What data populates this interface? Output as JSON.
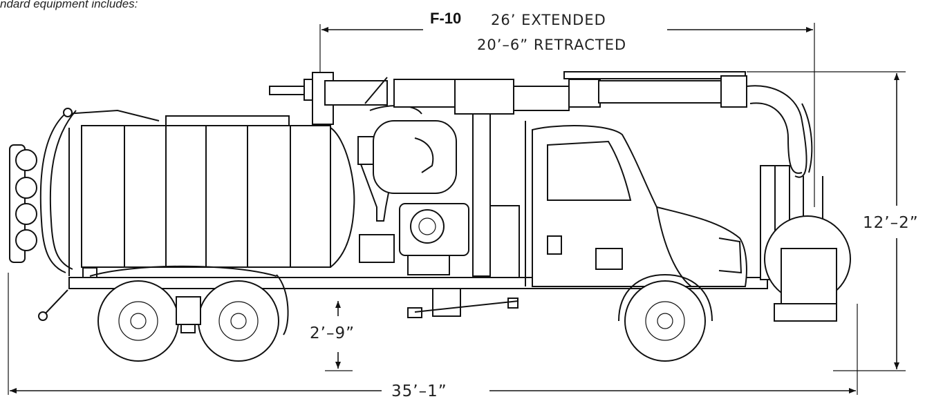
{
  "caption": "ndard equipment includes:",
  "model_label": "F-10",
  "dimensions": {
    "boom_extended": "26’ EXTENDED",
    "boom_retracted": "20’–6” RETRACTED",
    "overall_height": "12’–2”",
    "ground_clearance": "2’–9”",
    "overall_length": "35’–1”"
  },
  "colors": {
    "line": "#111111",
    "background": "#ffffff"
  }
}
